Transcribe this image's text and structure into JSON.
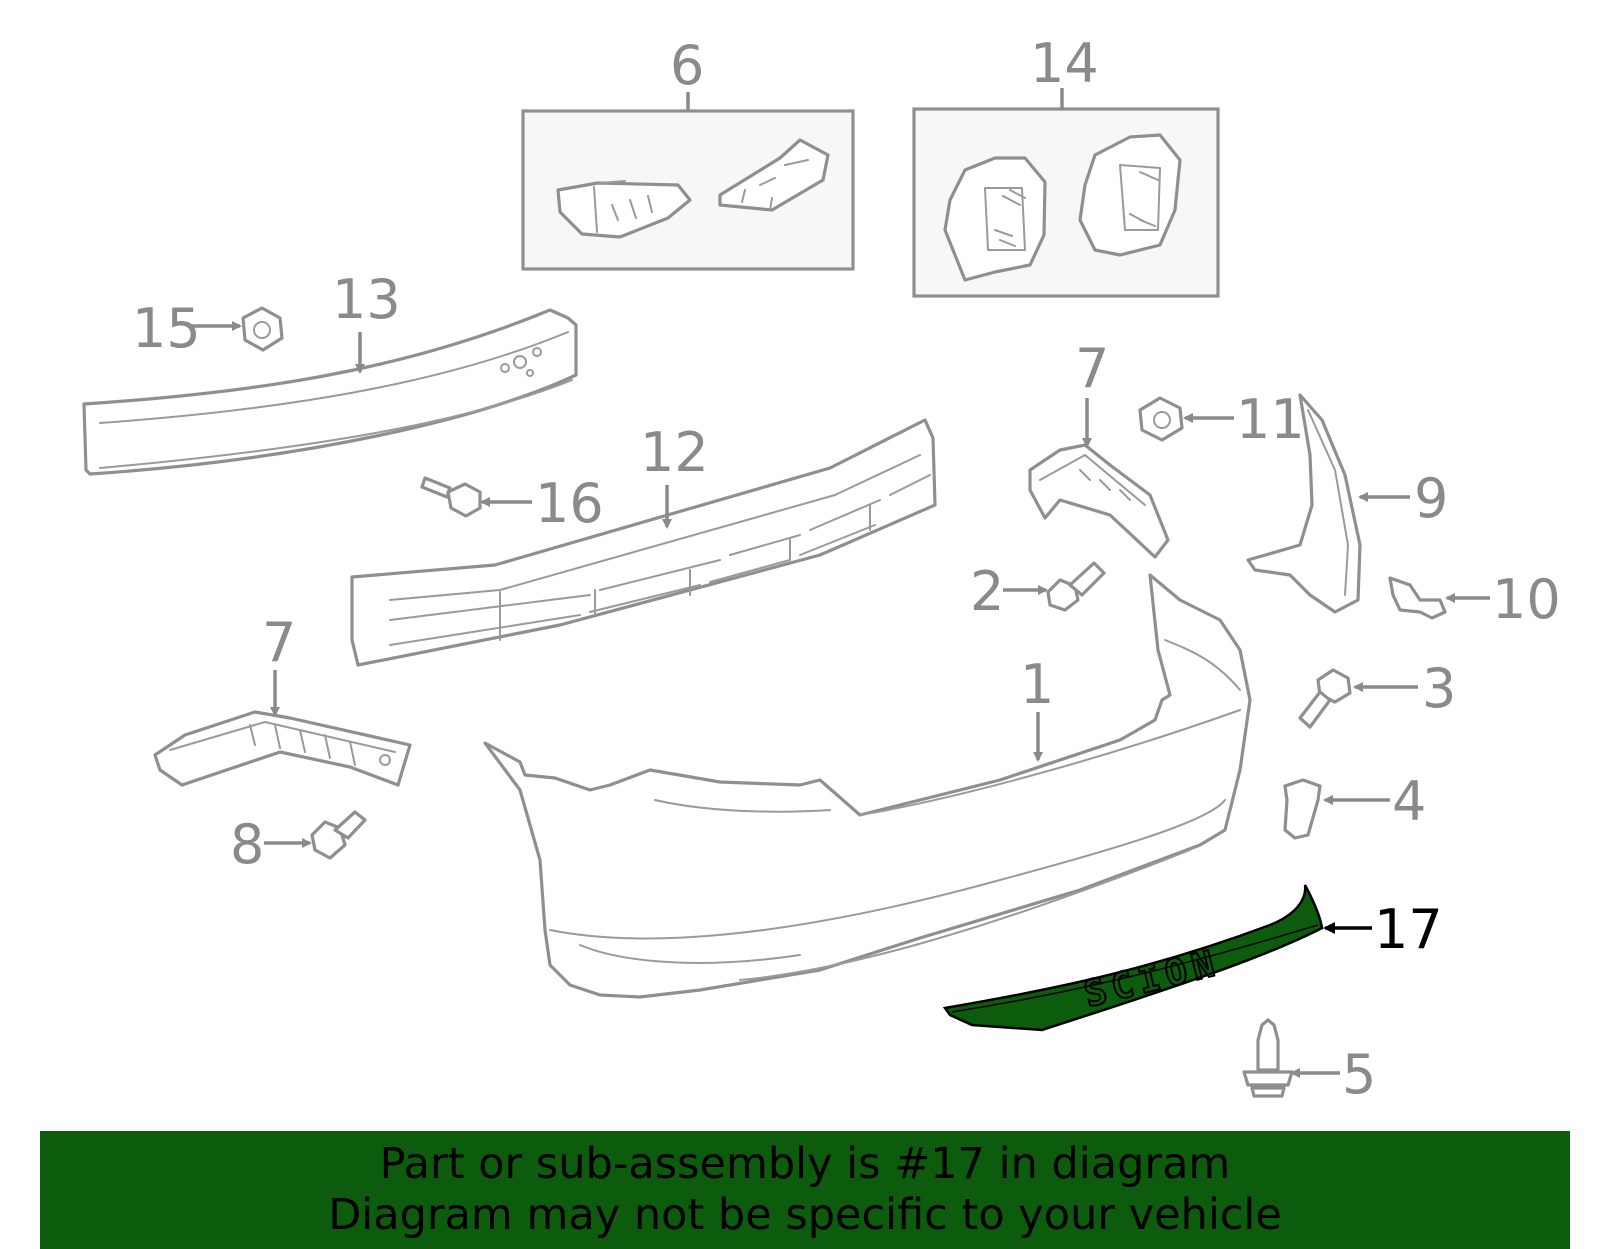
{
  "callouts": {
    "c1": "1",
    "c2": "2",
    "c3": "3",
    "c4": "4",
    "c5": "5",
    "c6": "6",
    "c7a": "7",
    "c7b": "7",
    "c8": "8",
    "c9": "9",
    "c10": "10",
    "c11": "11",
    "c12": "12",
    "c13": "13",
    "c14": "14",
    "c15": "15",
    "c16": "16",
    "c17": "17"
  },
  "highlighted_part": "17",
  "emblem_text": "SCION",
  "colors": {
    "highlight": "#0d5c0d",
    "line": "#8f8f8f",
    "banner": "#0d5c0d"
  },
  "banner": {
    "line1": "Part or sub-assembly is #17 in diagram",
    "line2": "Diagram may not be specific to your vehicle"
  }
}
